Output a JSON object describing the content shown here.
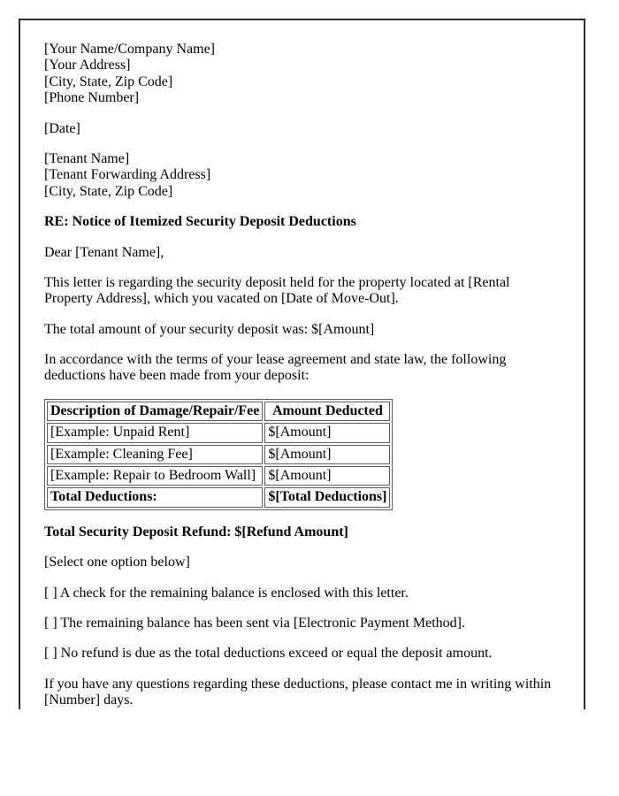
{
  "colors": {
    "page_background": "#ffffff",
    "text": "#000000",
    "frame_border": "#2d2d2d",
    "table_border": "#5c5c5c"
  },
  "letter": {
    "sender": {
      "name": "[Your Name/Company Name]",
      "address": "[Your Address]",
      "city_state_zip": "[City, State, Zip Code]",
      "phone": "[Phone Number]"
    },
    "date": "[Date]",
    "recipient": {
      "name": "[Tenant Name]",
      "forwarding_address": "[Tenant Forwarding Address]",
      "city_state_zip": "[City, State, Zip Code]"
    },
    "subject": "RE: Notice of Itemized Security Deposit Deductions",
    "salutation": "Dear [Tenant Name],",
    "intro_paragraph": "This letter is regarding the security deposit held for the property located at [Rental Property Address], which you vacated on [Date of Move-Out].",
    "deposit_total_line": "The total amount of your security deposit was: $[Amount]",
    "deductions_intro": "In accordance with the terms of your lease agreement and state law, the following deductions have been made from your deposit:",
    "refund_line": "Total Security Deposit Refund: $[Refund Amount]",
    "options_instruction": "[Select one option below]",
    "options": [
      "[ ] A check for the remaining balance is enclosed with this letter.",
      "[ ] The remaining balance has been sent via [Electronic Payment Method].",
      "[ ] No refund is due as the total deductions exceed or equal the deposit amount."
    ],
    "closing_paragraph": "If you have any questions regarding these deductions, please contact me in writing within [Number] days."
  },
  "deductions_table": {
    "headers": [
      "Description of Damage/Repair/Fee",
      "Amount Deducted"
    ],
    "rows": [
      {
        "description": "[Example: Unpaid Rent]",
        "amount": "$[Amount]"
      },
      {
        "description": "[Example: Cleaning Fee]",
        "amount": "$[Amount]"
      },
      {
        "description": "[Example: Repair to Bedroom Wall]",
        "amount": "$[Amount]"
      }
    ],
    "total": {
      "label": "Total Deductions:",
      "amount": "$[Total Deductions]"
    }
  }
}
